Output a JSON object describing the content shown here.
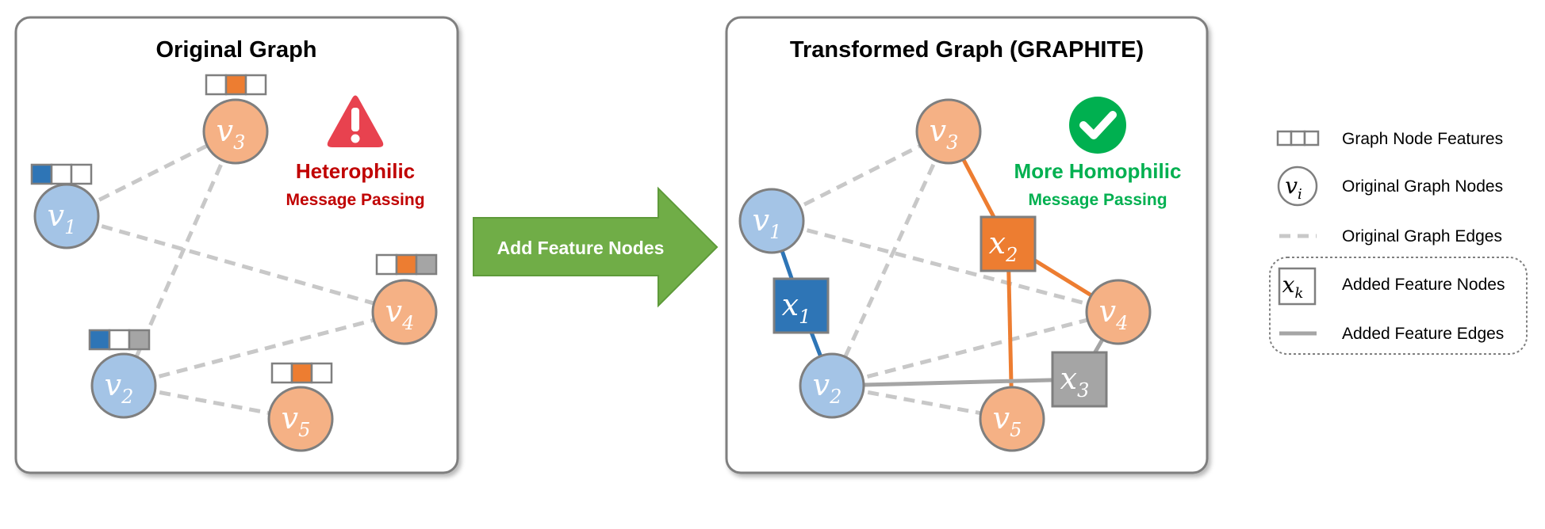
{
  "left_panel": {
    "title": "Original Graph",
    "warning_icon": "warning-triangle-icon",
    "warning_title": "Heterophilic",
    "warning_subtitle": "Message Passing"
  },
  "arrow": {
    "label": "Add Feature Nodes"
  },
  "right_panel": {
    "title": "Transformed Graph (GRAPHITE)",
    "success_icon": "check-circle-icon",
    "success_title": "More Homophilic",
    "success_subtitle": "Message Passing"
  },
  "nodes": {
    "v1": {
      "base": "v",
      "sub": "1"
    },
    "v2": {
      "base": "v",
      "sub": "2"
    },
    "v3": {
      "base": "v",
      "sub": "3"
    },
    "v4": {
      "base": "v",
      "sub": "4"
    },
    "v5": {
      "base": "v",
      "sub": "5"
    },
    "x1": {
      "base": "x",
      "sub": "1"
    },
    "x2": {
      "base": "x",
      "sub": "2"
    },
    "x3": {
      "base": "x",
      "sub": "3"
    },
    "vi": {
      "base": "v",
      "sub": "i"
    },
    "xk": {
      "base": "x",
      "sub": "k"
    }
  },
  "legend": {
    "node_features": "Graph Node Features",
    "original_nodes": "Original Graph Nodes",
    "original_edges": "Original Graph Edges",
    "feature_nodes": "Added Feature Nodes",
    "feature_edges": "Added Feature Edges"
  },
  "colors": {
    "blue_node": "#a4c4e6",
    "orange_node": "#f5b185",
    "feature_blue": "#2e75b6",
    "feature_orange": "#ed7d31",
    "feature_gray": "#a5a5a5",
    "dashed_edge": "#c8c8c8",
    "heterophilic_red": "#c00000",
    "homophilic_green": "#00b050",
    "arrow_green": "#70ad47"
  }
}
